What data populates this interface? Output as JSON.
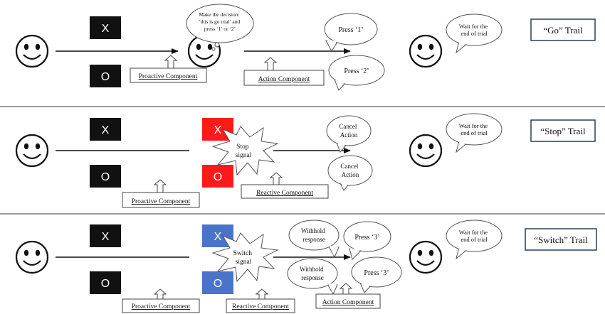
{
  "symbols": {
    "x": "X",
    "o": "O"
  },
  "colors": {
    "stimulus_black": "#111111",
    "stimulus_red": "#ff1a1a",
    "stimulus_blue": "#4a74c9",
    "separator": "#9a9a9a",
    "outline": "#444444"
  },
  "go": {
    "label": "“Go” Trail",
    "decision_bubble": [
      "Make the decision:",
      "‘this is go trial’ and",
      "press ‘1’ or ‘2’"
    ],
    "press_1": "Press ‘1’",
    "press_2": "Press ‘2’",
    "wait": [
      "Wait for the",
      "end of trial"
    ],
    "proactive": "Proactive Component",
    "action": "Action Component"
  },
  "stop": {
    "label": "“Stop” Trail",
    "signal": [
      "Stop",
      "signal"
    ],
    "cancel_1": [
      "Cancel",
      "Action"
    ],
    "cancel_2": [
      "Cancel",
      "Action"
    ],
    "wait": [
      "Wait for the",
      "end of trial"
    ],
    "proactive": "Proactive Component",
    "reactive": "Reactive Component"
  },
  "switch": {
    "label": "“Switch” Trail",
    "signal": [
      "Switch",
      "signal"
    ],
    "withhold_1": [
      "Withhold",
      "response"
    ],
    "withhold_2": [
      "Withhold",
      "response"
    ],
    "press_3a": "Press ‘3’",
    "press_3b": "Press ‘3’",
    "wait": [
      "Wait for the",
      "end of trial"
    ],
    "proactive": "Proactive Component",
    "reactive": "Reactive Component",
    "action": "Action Component"
  }
}
